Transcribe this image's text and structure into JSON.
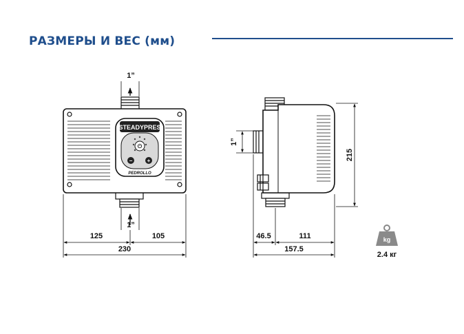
{
  "header": {
    "title": "РАЗМЕРЫ И ВЕС (мм)"
  },
  "front": {
    "top_connection": "1”",
    "bottom_connection": "1”",
    "left_dim": "125",
    "right_dim": "105",
    "width_dim": "230",
    "panel_brand": "STEADYPRES",
    "panel_logo": "PEDROLLO",
    "minus_symbol": "−",
    "plus_symbol": "+"
  },
  "side": {
    "connection": "1”",
    "height_dim": "215",
    "depth_front": "46.5",
    "depth_body": "111",
    "depth_total": "157.5"
  },
  "weight": {
    "icon_label": "kg",
    "value": "2.4 кг",
    "icon": "weight-icon"
  },
  "colors": {
    "accent": "#1f4e8c",
    "line": "#111111"
  }
}
